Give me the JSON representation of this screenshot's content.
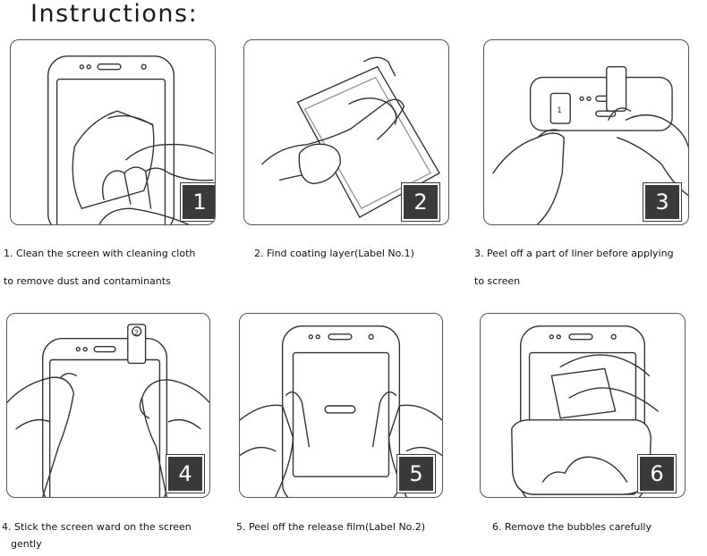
{
  "title": "Instructions:",
  "steps": [
    {
      "number": "1",
      "caption_line1": "1. Clean the screen with cleaning cloth",
      "caption_line2": "to remove dust and contaminants"
    },
    {
      "number": "2",
      "caption_line1": "2. Find coating layer(Label No.1)",
      "caption_line2": ""
    },
    {
      "number": "3",
      "caption_line1": "3. Peel off a part of liner before applying",
      "caption_line2": "to screen"
    },
    {
      "number": "4",
      "caption_line1": "4. Stick the screen ward on the screen",
      "caption_line2": "gently"
    },
    {
      "number": "5",
      "caption_line1": "5. Peel off the release film(Label No.2)",
      "caption_line2": ""
    },
    {
      "number": "6",
      "caption_line1": "6. Remove the bubbles carefully",
      "caption_line2": ""
    }
  ],
  "labels": {
    "label_1": "1",
    "label_2": "2"
  }
}
